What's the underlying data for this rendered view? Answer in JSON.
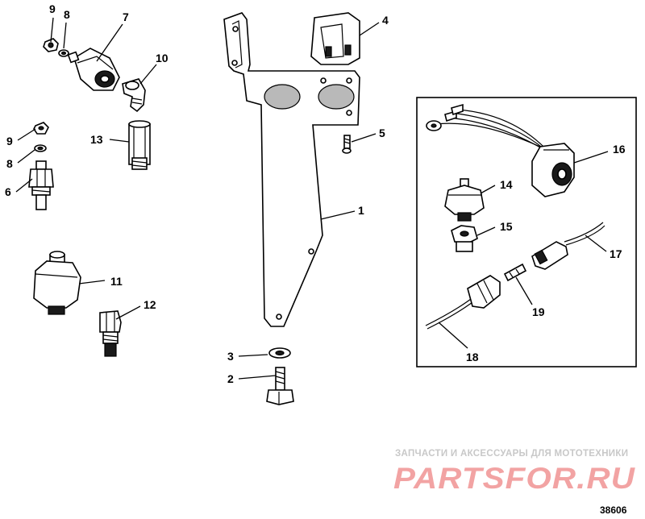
{
  "diagram": {
    "callouts": {
      "c1": "1",
      "c2": "2",
      "c3": "3",
      "c4": "4",
      "c5": "5",
      "c6": "6",
      "c7": "7",
      "c8a": "8",
      "c8b": "8",
      "c9a": "9",
      "c9b": "9",
      "c10": "10",
      "c11": "11",
      "c12": "12",
      "c13": "13",
      "c14": "14",
      "c15": "15",
      "c16": "16",
      "c17": "17",
      "c18": "18",
      "c19": "19"
    },
    "diagram_number": "38606"
  },
  "watermark": {
    "tagline": "ЗАПЧАСТИ И АКСЕССУАРЫ ДЛЯ МОТОТЕХНИКИ",
    "brand": "PARTSFOR.RU",
    "color": "#f2a3a3"
  }
}
